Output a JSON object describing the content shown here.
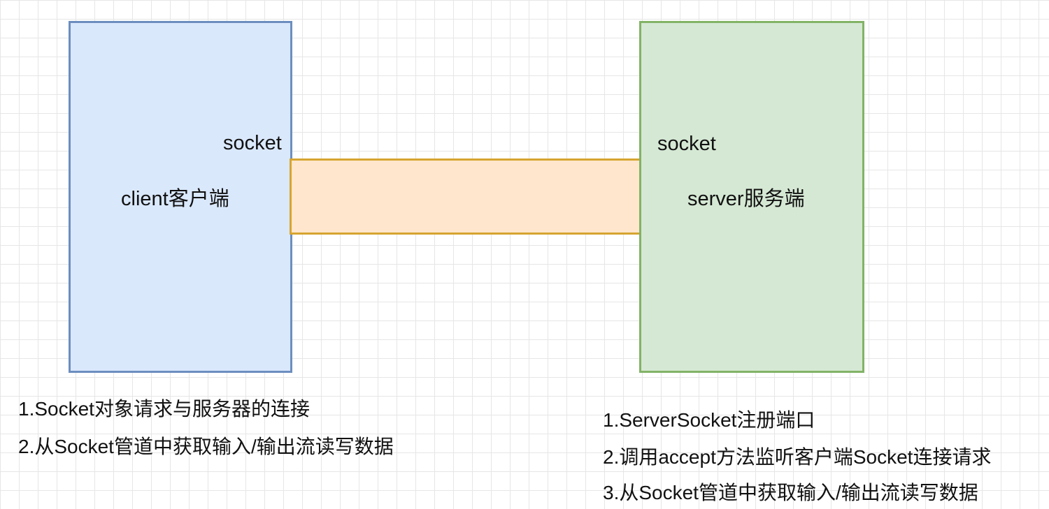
{
  "client": {
    "title": "client客户端",
    "socket_label": "socket",
    "steps": [
      "1.Socket对象请求与服务器的连接",
      "2.从Socket管道中获取输入/输出流读写数据"
    ]
  },
  "server": {
    "title": "server服务端",
    "socket_label": "socket",
    "steps": [
      "1.ServerSocket注册端口",
      "2.调用accept方法监听客户端Socket连接请求",
      "3.从Socket管道中获取输入/输出流读写数据"
    ]
  },
  "colors": {
    "client_fill": "#dae8fc",
    "client_border": "#6c8ebf",
    "server_fill": "#d5e8d4",
    "server_border": "#82b366",
    "pipe_fill": "#ffe6cc",
    "pipe_border": "#d6a531",
    "grid": "#e6e6e6"
  }
}
